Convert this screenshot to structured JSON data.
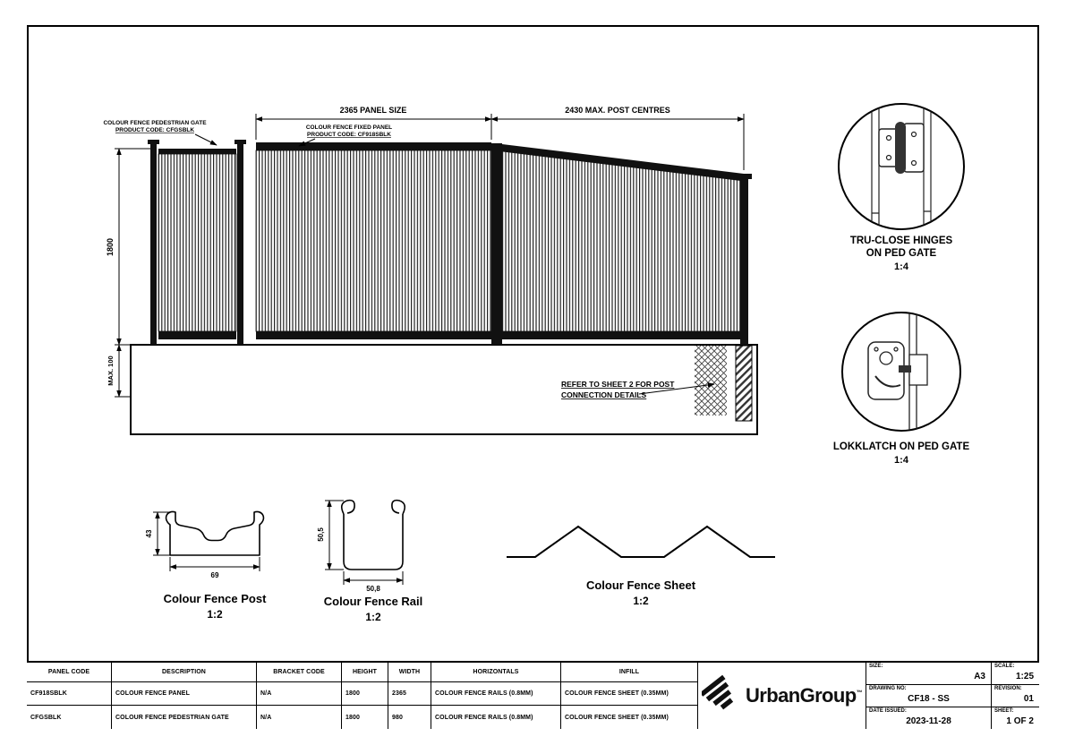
{
  "drawing": {
    "labels": {
      "ped_gate_1": "COLOUR FENCE PEDESTRIAN GATE",
      "ped_gate_2": "PRODUCT CODE: CFGSBLK",
      "fixed_panel_1": "COLOUR FENCE FIXED PANEL",
      "fixed_panel_2": "PRODUCT CODE: CF918SBLK"
    },
    "dims": {
      "panel_size": "2365 PANEL SIZE",
      "post_centres": "2430 MAX. POST CENTRES",
      "height": "1800",
      "max_gap": "MAX. 100"
    },
    "note": {
      "line1": "REFER TO SHEET 2 FOR POST",
      "line2": "CONNECTION DETAILS"
    },
    "details": {
      "hinge_title_1": "TRU-CLOSE HINGES",
      "hinge_title_2": "ON PED GATE",
      "hinge_scale": "1:4",
      "latch_title": "LOKKLATCH ON PED GATE",
      "latch_scale": "1:4"
    },
    "sections": {
      "post_label": "Colour Fence Post",
      "post_scale": "1:2",
      "post_height": "43",
      "post_width": "69",
      "rail_label": "Colour Fence Rail",
      "rail_scale": "1:2",
      "rail_height": "50,5",
      "rail_width": "50,8",
      "sheet_label": "Colour Fence Sheet",
      "sheet_scale": "1:2"
    }
  },
  "table": {
    "headers": [
      "PANEL CODE",
      "DESCRIPTION",
      "BRACKET CODE",
      "HEIGHT",
      "WIDTH",
      "HORIZONTALS",
      "INFILL"
    ],
    "rows": [
      [
        "CF918SBLK",
        "COLOUR FENCE PANEL",
        "N/A",
        "1800",
        "2365",
        "COLOUR FENCE RAILS (0.8MM)",
        "COLOUR FENCE SHEET (0.35MM)"
      ],
      [
        "CFGSBLK",
        "COLOUR FENCE PEDESTRIAN GATE",
        "N/A",
        "1800",
        "980",
        "COLOUR FENCE RAILS (0.8MM)",
        "COLOUR FENCE SHEET (0.35MM)"
      ]
    ]
  },
  "logo": {
    "text": "UrbanGroup",
    "tm": "™"
  },
  "titleblock": {
    "size_label": "SIZE:",
    "size_value": "A3",
    "scale_label": "SCALE:",
    "scale_value": "1:25",
    "drawing_no_label": "DRAWING NO:",
    "drawing_no_value": "CF18 - SS",
    "revision_label": "REVISION:",
    "revision_value": "01",
    "date_label": "DATE ISSUED:",
    "date_value": "2023-11-28",
    "sheet_label": "SHEET:",
    "sheet_value": "1 OF 2"
  },
  "colors": {
    "ink": "#000000",
    "paper": "#ffffff"
  }
}
